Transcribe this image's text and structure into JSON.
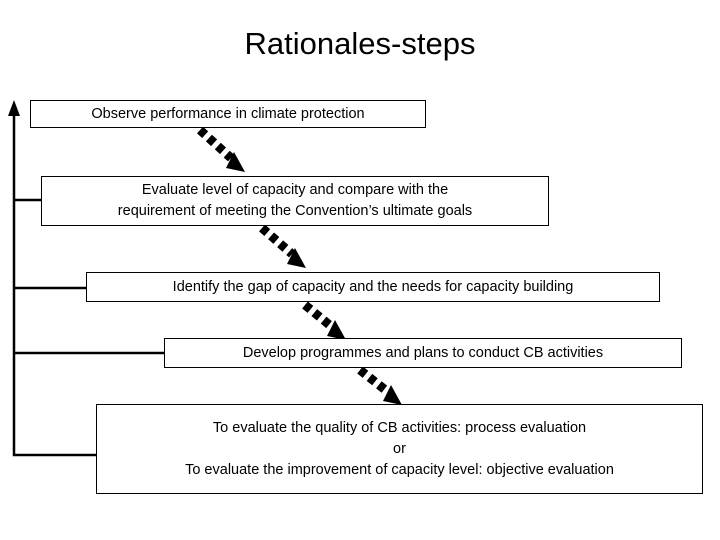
{
  "slide": {
    "title": "Rationales-steps",
    "background": "#ffffff",
    "text_color": "#000000",
    "line_color": "#000000"
  },
  "flow": {
    "steps": [
      {
        "id": "step-1",
        "lines": [
          "Observe performance in climate protection"
        ]
      },
      {
        "id": "step-2",
        "lines": [
          "Evaluate level of capacity and compare with the",
          "requirement of meeting the Convention’s ultimate goals"
        ]
      },
      {
        "id": "step-3",
        "lines": [
          "Identify the gap of capacity and the needs for capacity building"
        ]
      },
      {
        "id": "step-4",
        "lines": [
          "Develop programmes and plans to conduct CB activities"
        ]
      },
      {
        "id": "step-5",
        "lines": [
          "To evaluate the quality of CB activities: process evaluation",
          "or",
          "To evaluate the improvement of capacity level: objective evaluation"
        ]
      }
    ],
    "connector_style": "dashed-block-arrow",
    "feedback_style": "solid-line-arrow"
  }
}
